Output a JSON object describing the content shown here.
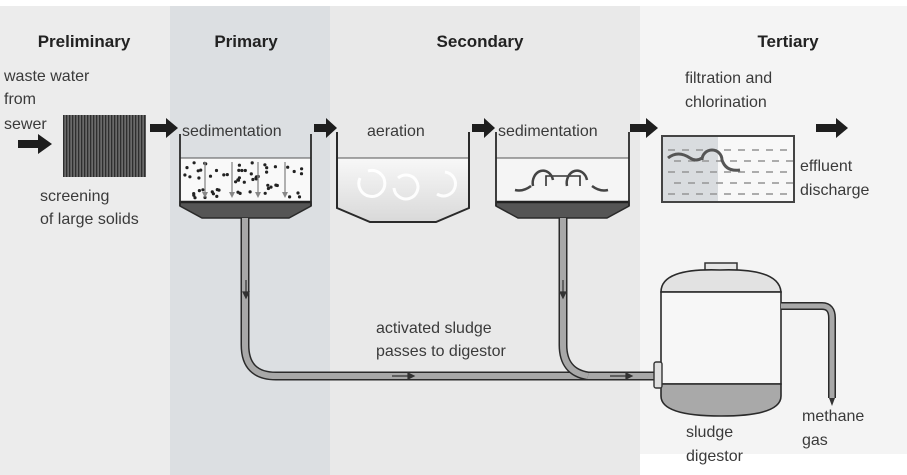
{
  "diagram": {
    "title": "Waste water treatment process",
    "stages": [
      {
        "id": "preliminary",
        "label": "Preliminary",
        "color": "#ececec"
      },
      {
        "id": "primary",
        "label": "Primary",
        "color": "#dcdfe2"
      },
      {
        "id": "secondary",
        "label": "Secondary",
        "color": "#e9e9e9"
      },
      {
        "id": "tertiary",
        "label": "Tertiary",
        "color": "#f4f4f4"
      }
    ],
    "labels": {
      "input_line1": "waste water",
      "input_line2": "from",
      "input_line3": "sewer",
      "screening_line1": "screening",
      "screening_line2": "of large solids",
      "primary_sedimentation": "sedimentation",
      "aeration": "aeration",
      "secondary_sedimentation": "sedimentation",
      "filtration_line1": "filtration and",
      "filtration_line2": "chlorination",
      "effluent_line1": "effluent",
      "effluent_line2": "discharge",
      "sludge_pipe_line1": "activated sludge",
      "sludge_pipe_line2": "passes to digestor",
      "digestor_line1": "sludge",
      "digestor_line2": "digestor",
      "methane_line1": "methane",
      "methane_line2": "gas"
    },
    "colors": {
      "arrow": "#1e1e1e",
      "outline": "#2a2a2a",
      "sludge": "#5a5a5a",
      "pipe_fill": "#a8a8a8",
      "digestor_sludge": "#a9a9a9"
    }
  }
}
